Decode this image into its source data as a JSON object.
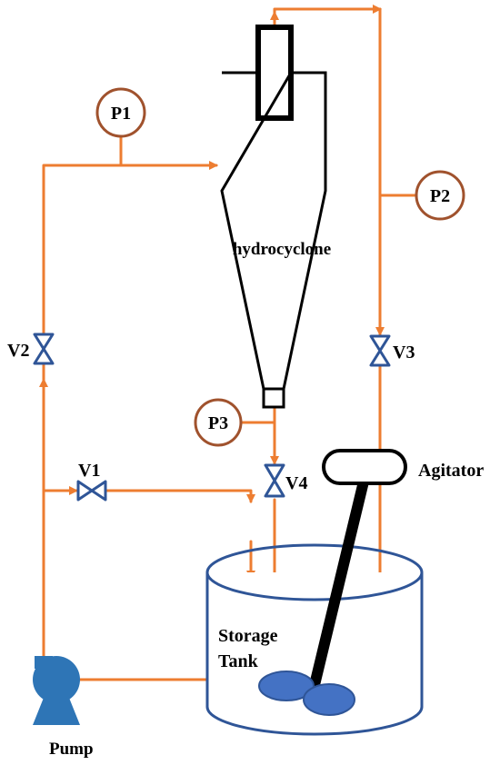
{
  "labels": {
    "p1": "P1",
    "p2": "P2",
    "p3": "P3",
    "v1": "V1",
    "v2": "V2",
    "v3": "V3",
    "v4": "V4",
    "hydrocyclone": "hydrocyclone",
    "agitator": "Agitator",
    "storage_line1": "Storage",
    "storage_line2": "Tank",
    "pump": "Pump"
  },
  "colors": {
    "pipe": "#ED7D31",
    "gauge": "#A0522D",
    "valve": "#2F5597",
    "tank": "#2F5597",
    "pump": "#2E75B6",
    "impeller": "#4472C4",
    "equipment": "#000000"
  }
}
